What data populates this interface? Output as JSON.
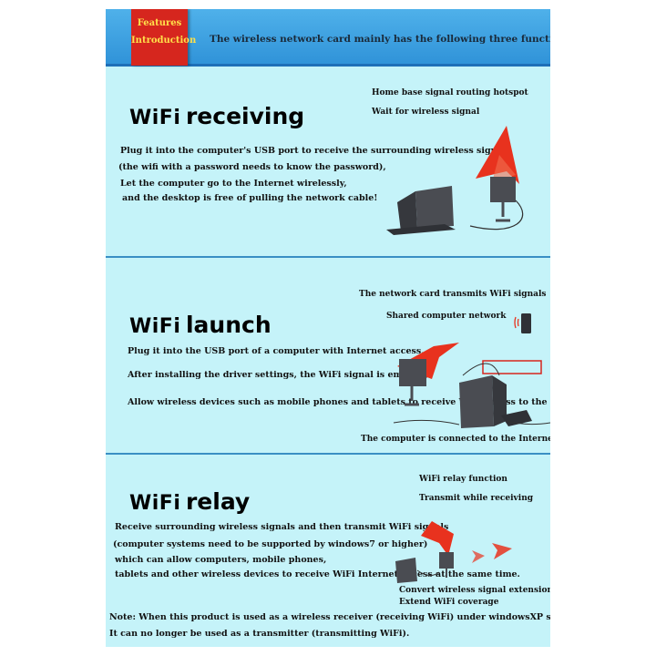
{
  "header": {
    "badge_line1": "Features",
    "badge_line2": "Introduction",
    "text": "The wireless network card mainly has the following three functions"
  },
  "sections": [
    {
      "title_wifi": "WiFi",
      "title_word": "receiving",
      "side": [
        "Home base signal routing hotspot",
        "Wait for wireless signal"
      ],
      "body": [
        "Plug it into the computer's USB port to receive the surrounding wireless signals",
        "(the wifi with a password needs to know the password),",
        "Let the computer go to the Internet wirelessly,",
        "and the desktop is free of pulling the network cable!"
      ]
    },
    {
      "title_wifi": "WiFi",
      "title_word": "launch",
      "side": [
        "The network card transmits WiFi signals",
        "Shared computer network"
      ],
      "body": [
        "Plug it into the USB port of a computer with Internet access,",
        "After installing the driver settings, the WiFi signal is emitted,",
        "Allow wireless devices such as mobile phones and tablets to receive WiFi access to the Internet."
      ],
      "bottom": "The computer is connected to the Internet"
    },
    {
      "title_wifi": "WiFi",
      "title_word": "relay",
      "side": [
        "WiFi relay function",
        "Transmit while receiving"
      ],
      "body": [
        "Receive surrounding wireless signals and then transmit WiFi signals",
        "(computer systems need to be supported by windows7 or higher)",
        "which can allow computers, mobile phones,",
        "tablets and other wireless devices to receive WiFi Internet access at the same time."
      ],
      "bottom": [
        "Convert wireless signal extension",
        "Extend WiFi coverage"
      ]
    }
  ],
  "note": [
    "Note: When this product is used as a wireless receiver (receiving WiFi) under windowsXP system,",
    "It can no longer be used as a transmitter (transmitting WiFi)."
  ],
  "colors": {
    "header": "#3aa0e0",
    "badge": "#d6261e",
    "panel": "#c5f3f9",
    "arrow": "#e8321e",
    "device": "#4a4c52"
  }
}
